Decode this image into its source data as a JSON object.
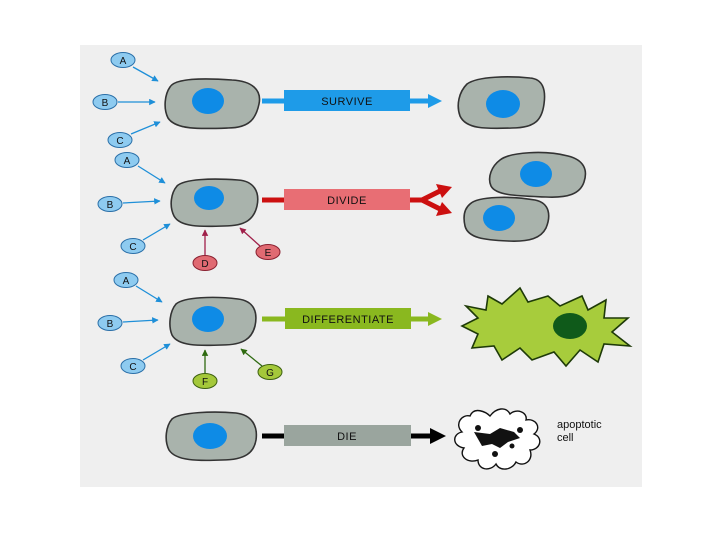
{
  "colors": {
    "background_panel": "#efefef",
    "cell_body": "#a9b3ac",
    "cell_stroke": "#333333",
    "nucleus_blue": "#0e8be6",
    "signal_blue": "#8ecbf0",
    "signal_red": "#e06a72",
    "signal_green": "#a4c83a",
    "survive": "#1e9be8",
    "divide": "#e86e74",
    "divide_arrow": "#cc1010",
    "differentiate": "#8ab81f",
    "differentiated_cell": "#a7cc3c",
    "differentiated_nucleus": "#0f5a1a",
    "die": "#9aa59e",
    "die_arrow": "#000000"
  },
  "rows": [
    {
      "id": "survive",
      "inputs": [
        "A",
        "B",
        "C"
      ],
      "extra_inputs": [],
      "outcome": "SURVIVE"
    },
    {
      "id": "divide",
      "inputs": [
        "A",
        "B",
        "C"
      ],
      "extra_inputs": [
        "D",
        "E"
      ],
      "outcome": "DIVIDE"
    },
    {
      "id": "differentiate",
      "inputs": [
        "A",
        "B",
        "C"
      ],
      "extra_inputs": [
        "F",
        "G"
      ],
      "outcome": "DIFFERENTIATE"
    },
    {
      "id": "die",
      "inputs": [],
      "extra_inputs": [],
      "outcome": "DIE"
    }
  ],
  "apoptotic_label": [
    "apoptotic",
    "cell"
  ]
}
